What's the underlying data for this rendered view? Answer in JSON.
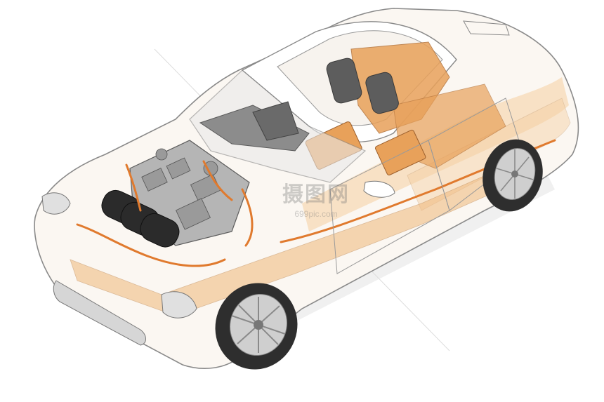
{
  "image": {
    "subject": "car-cutaway-illustration",
    "colors": {
      "background": "#ffffff",
      "body_outline": "#8a8a8a",
      "body_fill": "#fbf7f2",
      "interior_orange": "#e8a15a",
      "interior_orange_light": "#f5cfa0",
      "battery_dark": "#2b2b2b",
      "engine_grey": "#9a9a9a",
      "tire": "#2e2e2e",
      "rim": "#cfcfcf",
      "glass": "#e9e9e9",
      "shadow": "#e6e6e6"
    }
  },
  "watermark": {
    "text": "摄图网",
    "url": "699pic.com"
  }
}
